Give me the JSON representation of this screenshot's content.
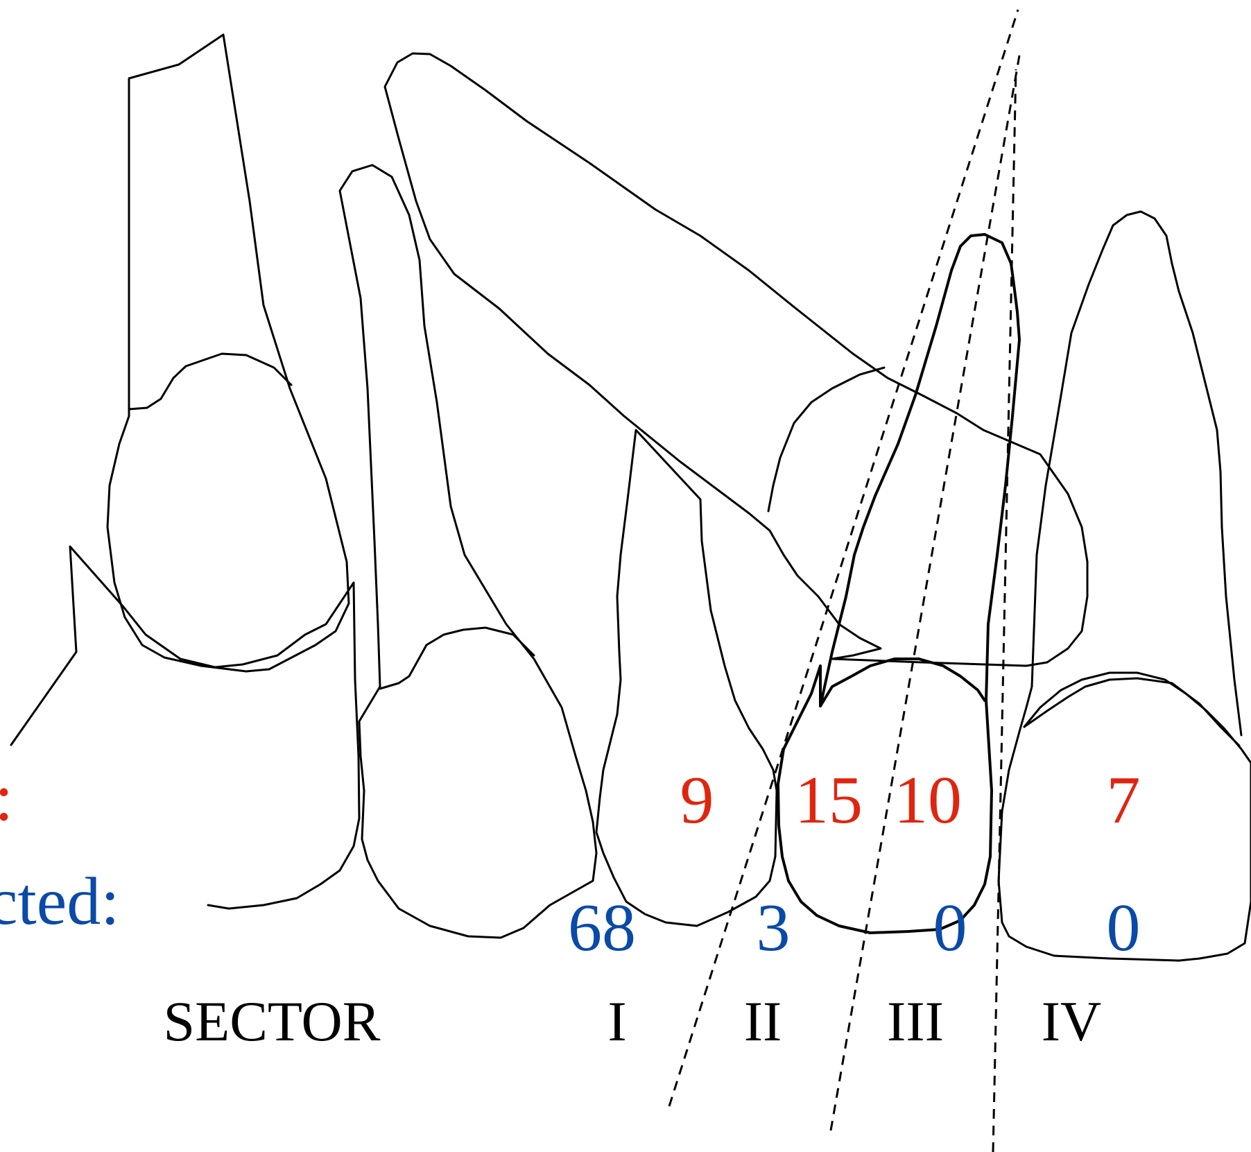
{
  "row_labels": {
    "top": ":",
    "middle": "cted:"
  },
  "top_row_values": [
    "9",
    "15",
    "10",
    "7"
  ],
  "middle_row_values": [
    "68",
    "3",
    "0",
    "0"
  ],
  "sector_title": "SECTOR",
  "sectors": [
    "I",
    "II",
    "III",
    "IV"
  ],
  "colors": {
    "top_row": "#e0250f",
    "middle_row": "#0a4aa8",
    "labels": "#000000"
  }
}
